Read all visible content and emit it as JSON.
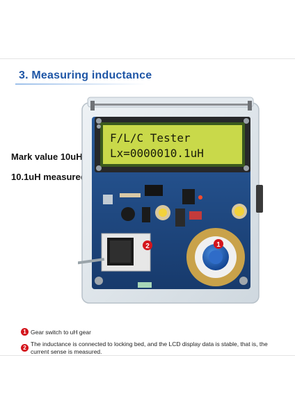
{
  "heading": "3. Measuring inductance",
  "mark_value": "Mark value 10uH",
  "measured_value": "10.1uH measured",
  "lcd": {
    "line1": "F/L/C Tester",
    "line2": "Lx=0000010.1uH"
  },
  "markers": {
    "socket": "2",
    "knob": "1"
  },
  "notes": [
    {
      "badge": "1",
      "line1": "Gear switch to uH gear",
      "line2": ""
    },
    {
      "badge": "2",
      "line1": "The inductance is connected to locking bed, and the LCD display data is stable, that is, the",
      "line2": "current sense is measured."
    }
  ],
  "colors": {
    "heading": "#1f56a6",
    "lcd_background": "#c9d94a",
    "pcb": "#1f4a86",
    "marker": "#d4151c"
  }
}
